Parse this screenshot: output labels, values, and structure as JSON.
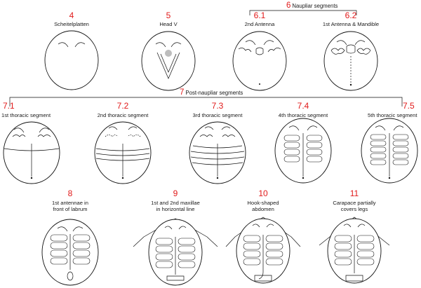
{
  "groups": {
    "naupliar": {
      "number": "6",
      "label": "Naupliar segments"
    },
    "post_naupliar": {
      "number": "7",
      "label": "Post-naupliar segments"
    }
  },
  "stages": [
    {
      "number": "4",
      "label": "Scheitelplatten"
    },
    {
      "number": "5",
      "label": "Head V"
    },
    {
      "number": "6.1",
      "label": "2nd Antenna"
    },
    {
      "number": "6.2",
      "label": "1st Antenna & Mandible"
    },
    {
      "number": "7.1",
      "label": "1st thoracic segment"
    },
    {
      "number": "7.2",
      "label": "2nd thoracic segment"
    },
    {
      "number": "7.3",
      "label": "3rd thoracic segment"
    },
    {
      "number": "7.4",
      "label": "4th thoracic segment"
    },
    {
      "number": "7.5",
      "label": "5th thoracic segment"
    },
    {
      "number": "8",
      "label_lines": [
        "1st antennae in",
        "front of labrum"
      ]
    },
    {
      "number": "9",
      "label_lines": [
        "1st and 2nd maxillae",
        "in horizontal line"
      ]
    },
    {
      "number": "10",
      "label_lines": [
        "Hook-shaped",
        "abdomen"
      ]
    },
    {
      "number": "11",
      "label_lines": [
        "Carapace partially",
        "covers legs"
      ]
    }
  ],
  "colors": {
    "stage_number": "#e11a1a",
    "line": "#111111"
  }
}
